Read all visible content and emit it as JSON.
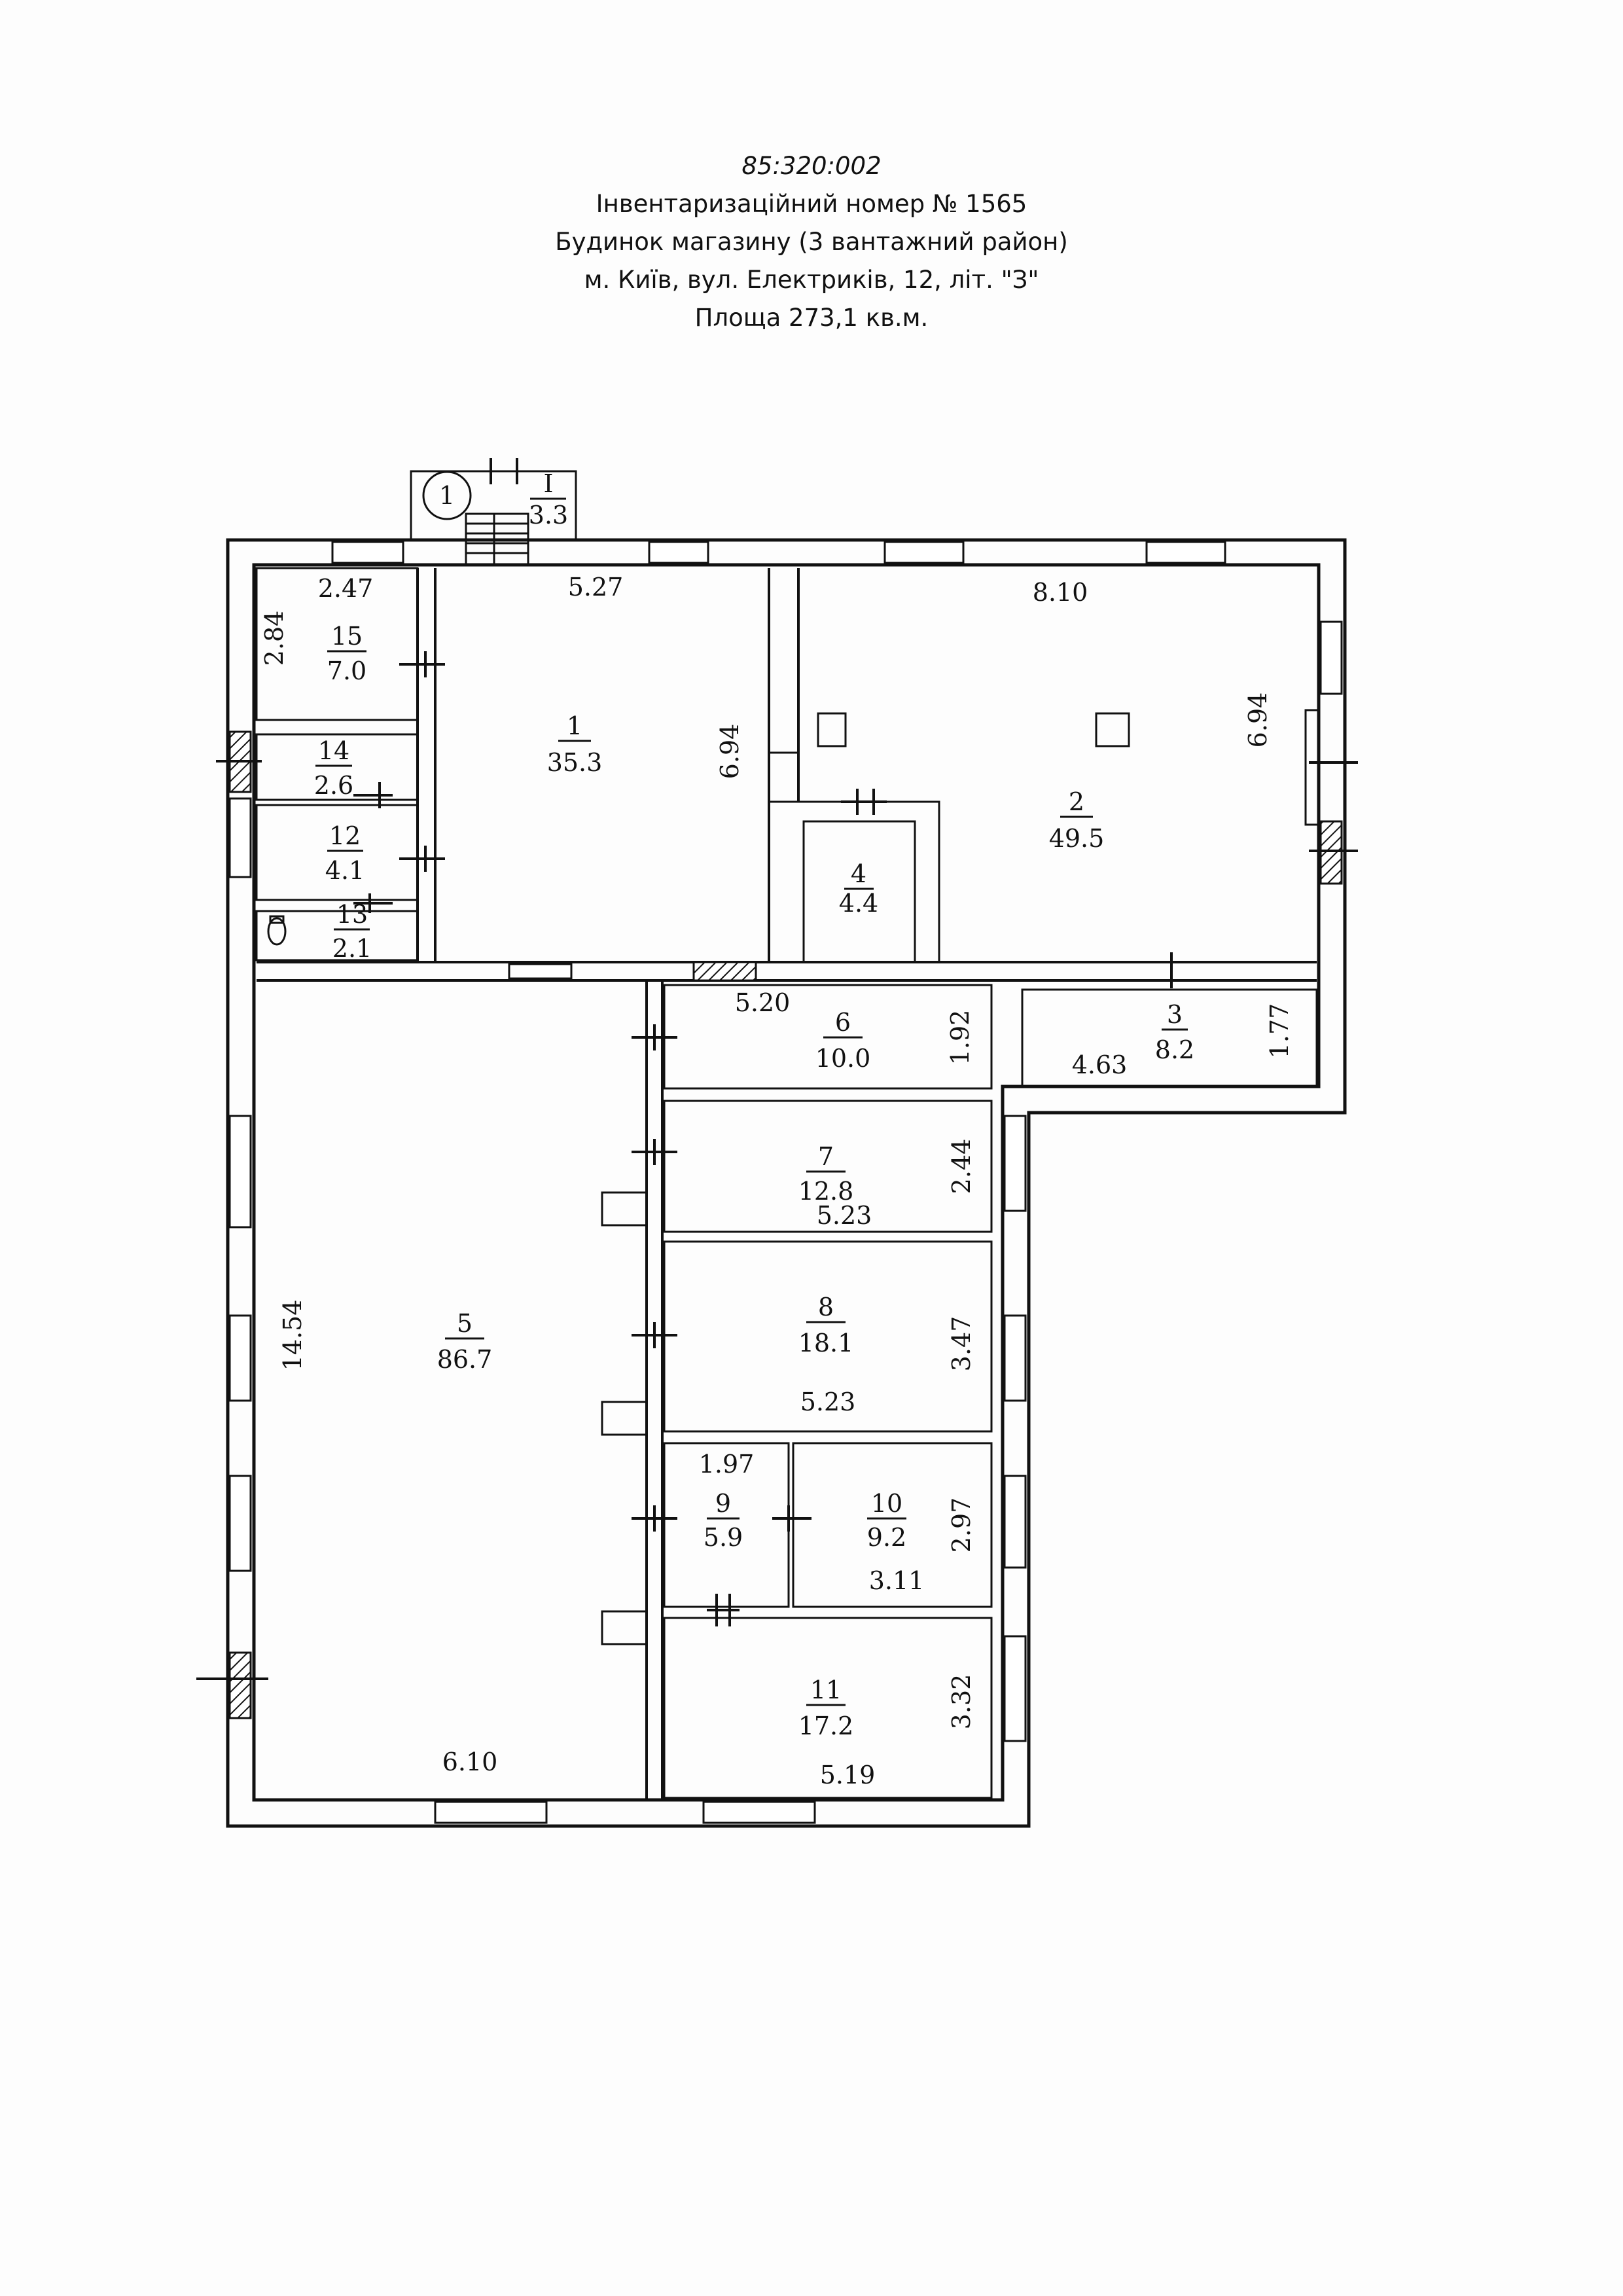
{
  "header": {
    "cadastral_code": "85:320:002",
    "inventory": "Інвентаризаційний номер № 1565",
    "building": "Будинок магазину (3 вантажний район)",
    "address": "м. Київ, вул. Електриків, 12, літ. \"З\"",
    "area": "Площа 273,1 кв.м."
  },
  "entrance_marker": "1",
  "rooms": {
    "r1": {
      "number": "1",
      "area": "35.3"
    },
    "r2": {
      "number": "2",
      "area": "49.5"
    },
    "r3": {
      "number": "3",
      "area": "8.2"
    },
    "r4": {
      "number": "4",
      "area": "4.4"
    },
    "r5": {
      "number": "5",
      "area": "86.7"
    },
    "r6": {
      "number": "6",
      "area": "10.0"
    },
    "r7": {
      "number": "7",
      "area": "12.8"
    },
    "r8": {
      "number": "8",
      "area": "18.1"
    },
    "r9": {
      "number": "9",
      "area": "5.9"
    },
    "r10": {
      "number": "10",
      "area": "9.2"
    },
    "r11": {
      "number": "11",
      "area": "17.2"
    },
    "r12": {
      "number": "12",
      "area": "4.1"
    },
    "r13": {
      "number": "13",
      "area": "2.1"
    },
    "r14": {
      "number": "14",
      "area": "2.6"
    },
    "r15": {
      "number": "15",
      "area": "7.0"
    },
    "rI": {
      "number": "I",
      "area": "3.3"
    }
  },
  "dimensions": {
    "d_2_47": "2.47",
    "d_2_84": "2.84",
    "d_5_27": "5.27",
    "d_6_94a": "6.94",
    "d_8_10": "8.10",
    "d_6_94b": "6.94",
    "d_5_20": "5.20",
    "d_1_92": "1.92",
    "d_4_63": "4.63",
    "d_1_77": "1.77",
    "d_2_44": "2.44",
    "d_5_23a": "5.23",
    "d_3_47": "3.47",
    "d_5_23b": "5.23",
    "d_14_54": "14.54",
    "d_1_97": "1.97",
    "d_2_97": "2.97",
    "d_3_11": "3.11",
    "d_3_32": "3.32",
    "d_5_19": "5.19",
    "d_6_10": "6.10"
  }
}
